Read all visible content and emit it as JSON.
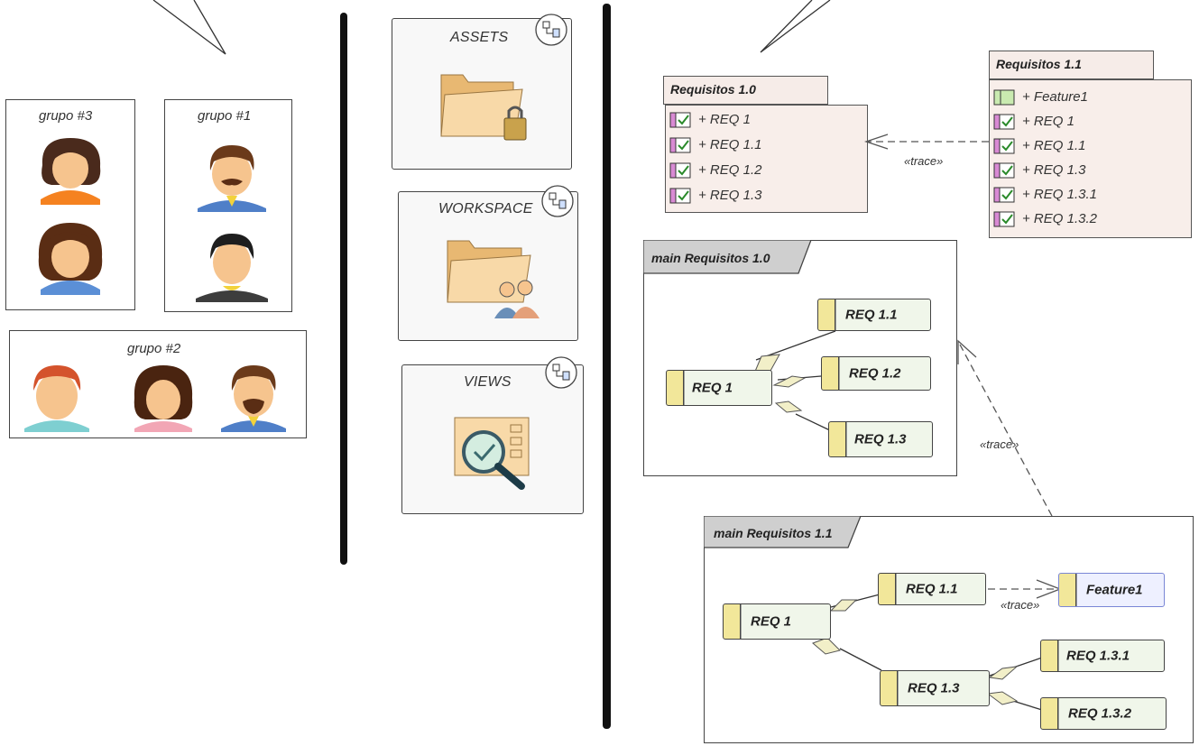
{
  "groups": [
    {
      "title": "grupo #3"
    },
    {
      "title": "grupo #1"
    },
    {
      "title": "grupo #2"
    }
  ],
  "packages": [
    {
      "title": "ASSETS",
      "icon": "locked-folder-icon"
    },
    {
      "title": "WORKSPACE",
      "icon": "shared-folder-icon"
    },
    {
      "title": "VIEWS",
      "icon": "review-magnifier-icon"
    }
  ],
  "req10": {
    "title": "Requisitos 1.0",
    "items": [
      "+ REQ 1",
      "+ REQ 1.1",
      "+ REQ 1.2",
      "+ REQ 1.3"
    ]
  },
  "req11": {
    "title": "Requisitos 1.1",
    "items": [
      "+ Feature1",
      "+ REQ 1",
      "+ REQ 1.1",
      "+ REQ 1.3",
      "+ REQ 1.3.1",
      "+ REQ 1.3.2"
    ]
  },
  "trace_label": "«trace»",
  "main10": {
    "title": "main Requisitos 1.0",
    "nodes": {
      "root": "REQ 1",
      "a": "REQ 1.1",
      "b": "REQ 1.2",
      "c": "REQ 1.3"
    }
  },
  "main11": {
    "title": "main Requisitos 1.1",
    "nodes": {
      "root": "REQ 1",
      "a": "REQ 1.1",
      "feature": "Feature1",
      "c": "REQ 1.3",
      "c1": "REQ 1.3.1",
      "c2": "REQ 1.3.2"
    }
  },
  "colors": {
    "requirement_bar": "#f2e79a",
    "requirement_fill": "#f0f6ea",
    "package_fill": "#f8eeea",
    "feature_border": "#7a86d6"
  }
}
